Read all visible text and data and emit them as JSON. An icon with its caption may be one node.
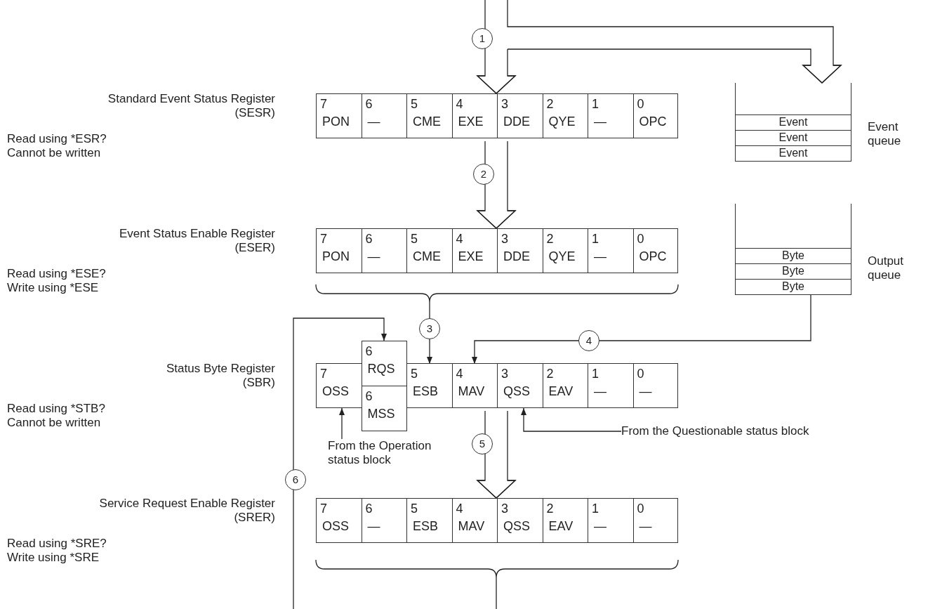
{
  "diagram": {
    "nodes": [
      {
        "text": [],
        "shape": "box",
        "beside": [
          "Standard Event Status Register (SESR)"
        ]
      },
      {
        "text": [
          "7",
          "PON"
        ],
        "in": 0
      },
      {
        "text": [
          "6",
          "—"
        ],
        "in": 0
      },
      {
        "text": [
          "5",
          "CME"
        ],
        "in": 0
      },
      {
        "text": [
          "4",
          "EXE"
        ],
        "in": 0
      },
      {
        "text": [
          "3",
          "DDE"
        ],
        "in": 0
      },
      {
        "text": [
          "2",
          "QYE"
        ],
        "in": 0
      },
      {
        "text": [
          "1",
          "—"
        ],
        "in": 0
      },
      {
        "text": [
          "0",
          "OPC"
        ],
        "in": 0
      },
      {
        "text": [],
        "shape": "box",
        "beside": [
          "Event queue"
        ]
      },
      {
        "text": [
          "Event"
        ],
        "in": 9
      },
      {
        "text": [
          "Event"
        ],
        "in": 9
      },
      {
        "text": [
          "Event"
        ],
        "in": 9
      },
      {
        "text": [],
        "shape": "box",
        "beside": [
          "Event Status Enable Register (ESER)"
        ]
      },
      {
        "text": [
          "7",
          "PON"
        ],
        "in": 13
      },
      {
        "text": [
          "6",
          "—"
        ],
        "in": 13
      },
      {
        "text": [
          "5",
          "CME"
        ],
        "in": 13
      },
      {
        "text": [
          "4",
          "EXE"
        ],
        "in": 13
      },
      {
        "text": [
          "3",
          "DDE"
        ],
        "in": 13
      },
      {
        "text": [
          "2",
          "QYE"
        ],
        "in": 13
      },
      {
        "text": [
          "1",
          "—"
        ],
        "in": 13
      },
      {
        "text": [
          "0",
          "OPC"
        ],
        "in": 13
      },
      {
        "text": [],
        "shape": "box",
        "beside": [
          "Output queue"
        ]
      },
      {
        "text": [
          "Byte"
        ],
        "in": 22
      },
      {
        "text": [
          "Byte"
        ],
        "in": 22
      },
      {
        "text": [
          "Byte"
        ],
        "in": 22
      },
      {
        "text": [],
        "shape": "box",
        "beside": [
          "Status Byte Register (SBR)"
        ]
      },
      {
        "text": [
          "7",
          "OSS"
        ],
        "in": 26
      },
      {
        "text": [
          "6",
          "RQS"
        ]
      },
      {
        "text": [
          "6",
          "MSS"
        ]
      },
      {
        "text": [
          "5",
          "ESB"
        ],
        "in": 26
      },
      {
        "text": [
          "4",
          "MAV"
        ],
        "in": 26
      },
      {
        "text": [
          "3",
          "QSS"
        ],
        "in": 26
      },
      {
        "text": [
          "2",
          "EAV"
        ],
        "in": 26
      },
      {
        "text": [
          "1",
          "—"
        ],
        "in": 26
      },
      {
        "text": [
          "0",
          "—"
        ],
        "in": 26
      },
      {
        "text": [
          "From the Operation status block"
        ]
      },
      {
        "text": [
          "From the Questionable status block"
        ]
      },
      {
        "text": [],
        "shape": "box",
        "beside": [
          "Service Request Enable Register (SRER)"
        ]
      },
      {
        "text": [
          "7",
          "OSS"
        ],
        "in": 38
      },
      {
        "text": [
          "6",
          "—"
        ],
        "in": 38
      },
      {
        "text": [
          "5",
          "ESB"
        ],
        "in": 38
      },
      {
        "text": [
          "4",
          "MAV"
        ],
        "in": 38
      },
      {
        "text": [
          "3",
          "QSS"
        ],
        "in": 38
      },
      {
        "text": [
          "2",
          "EAV"
        ],
        "in": 38
      },
      {
        "text": [
          "1",
          "—"
        ],
        "in": 38
      },
      {
        "text": [
          "0",
          "—"
        ],
        "in": 38
      }
    ],
    "edges": [
      {
        "from": null,
        "to": 0,
        "arrow": "to",
        "label": "1"
      },
      {
        "from": null,
        "to": 9,
        "arrow": "to"
      },
      {
        "from": 0,
        "to": 13,
        "arrow": "to",
        "label": "2"
      },
      {
        "from": 13,
        "to": 30,
        "arrow": "to",
        "label": "3"
      },
      {
        "from": 22,
        "to": 31,
        "arrow": "to",
        "label": "4"
      },
      {
        "from": 26,
        "to": 38,
        "arrow": "to",
        "label": "5"
      },
      {
        "from": null,
        "to": 28,
        "arrow": "to",
        "label": "6"
      },
      {
        "from": 36,
        "to": 27,
        "arrow": "to"
      },
      {
        "from": 37,
        "to": 32,
        "arrow": "to"
      }
    ],
    "labels": [
      "Read using *ESR? Cannot be written",
      "Read using *ESE? Write using *ESE",
      "Read using *STB? Cannot be written",
      "Read using *SRE? Write using *SRE"
    ]
  }
}
